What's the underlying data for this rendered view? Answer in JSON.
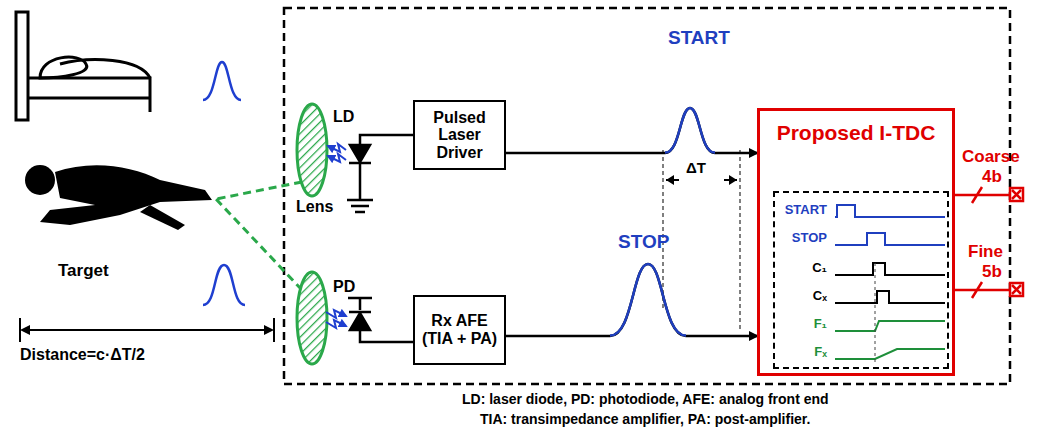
{
  "diagram": {
    "nodes": [
      {
        "text": [
          "Pulsed Laser Driver"
        ]
      },
      {
        "text": [
          "Rx AFE (TIA + PA)"
        ]
      },
      {
        "text": [
          "Proposed I-TDC"
        ]
      },
      {
        "text": [
          "START",
          "STOP",
          "C₁",
          "Cₓ",
          "F₁",
          "Fₓ"
        ],
        "in": 2
      }
    ],
    "edges": [
      {
        "from": 0,
        "to": 2,
        "arrow": "to",
        "label": "START"
      },
      {
        "from": 1,
        "to": 2,
        "arrow": "to",
        "label": "STOP"
      }
    ],
    "labels": [
      "LD",
      "Lens",
      "PD",
      "Target",
      "Distance=c·ΔT/2",
      "ΔT",
      "Coarse",
      "4b",
      "Fine",
      "5b",
      "LD: laser diode, PD: photodiode, AFE: analog front end",
      "TIA: transimpedance amplifier, PA: post-amplifier."
    ]
  }
}
